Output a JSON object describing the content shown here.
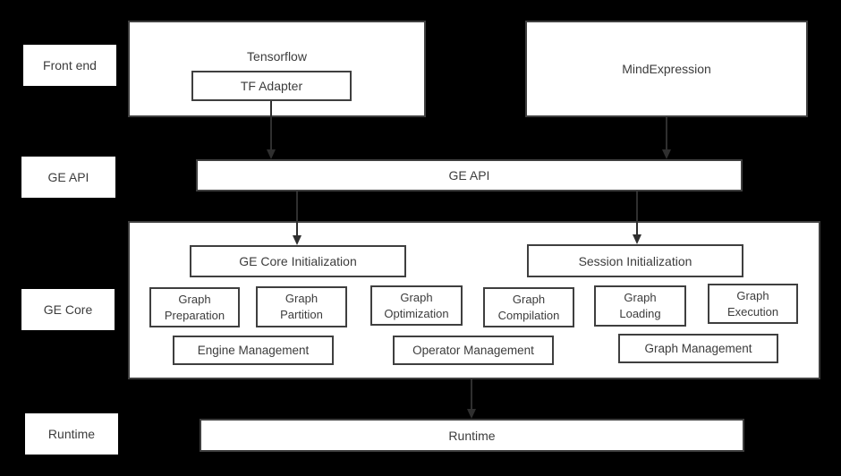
{
  "row_labels": {
    "front_end": "Front end",
    "ge_api": "GE API",
    "ge_core": "GE Core",
    "runtime": "Runtime"
  },
  "front_end": {
    "tensorflow": "Tensorflow",
    "tf_adapter": "TF Adapter",
    "mind_expression": "MindExpression"
  },
  "ge_api": {
    "bar_label": "GE API"
  },
  "ge_core": {
    "ge_core_initialization": "GE Core Initialization",
    "session_initialization": "Session Initialization",
    "modules": [
      {
        "line1": "Graph",
        "line2": "Preparation"
      },
      {
        "line1": "Graph",
        "line2": "Partition"
      },
      {
        "line1": "Graph",
        "line2": "Optimization"
      },
      {
        "line1": "Graph",
        "line2": "Compilation"
      },
      {
        "line1": "Graph",
        "line2": "Loading"
      },
      {
        "line1": "Graph",
        "line2": "Execution"
      }
    ],
    "management": [
      "Engine Management",
      "Operator Management",
      "Graph Management"
    ]
  },
  "runtime": {
    "bar_label": "Runtime"
  },
  "colors": {
    "background": "#000000",
    "box_fill": "#ffffff",
    "box_border": "#3f3f3f",
    "text": "#3c3c3c",
    "arrow": "#2f2f2f"
  }
}
